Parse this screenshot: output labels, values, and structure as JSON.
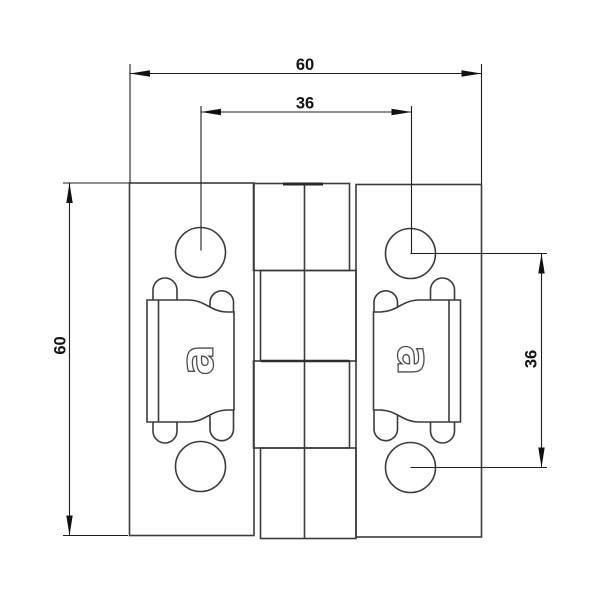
{
  "drawing": {
    "dimensions": {
      "overall_width": "60",
      "hole_pitch_horizontal": "36",
      "overall_height": "60",
      "hole_pitch_vertical": "36"
    },
    "markings": {
      "left_clip_letter": "a",
      "right_clip_letter": "a"
    },
    "colors": {
      "edge": "#3c3c3c",
      "dimension_line": "#1f1f1f",
      "text": "#141414",
      "background": "#ffffff"
    }
  }
}
